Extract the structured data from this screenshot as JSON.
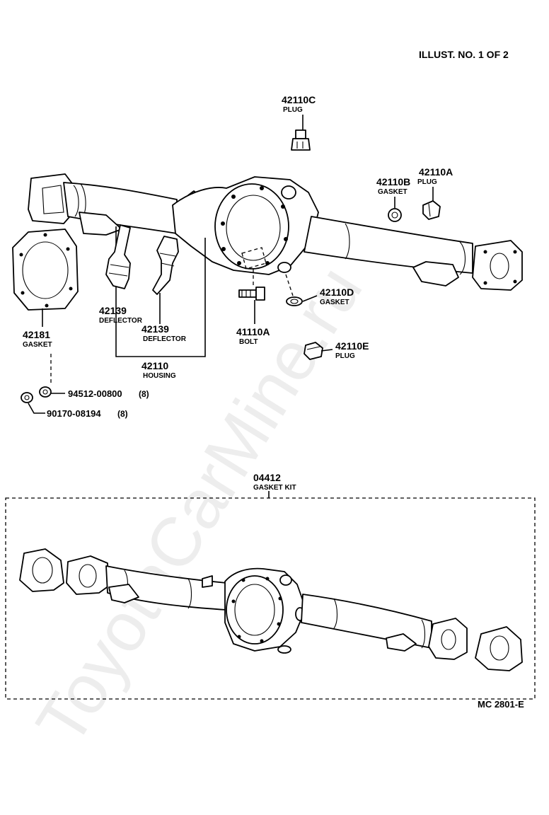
{
  "header": {
    "illust_no": "ILLUST. NO. 1 OF 2"
  },
  "footer": {
    "code": "MC 2801-E"
  },
  "watermark": "ToyotaCarMine.ru",
  "callouts": [
    {
      "part_no": "42110C",
      "name": "PLUG"
    },
    {
      "part_no": "42110B",
      "name": "GASKET"
    },
    {
      "part_no": "42110A",
      "name": "PLUG"
    },
    {
      "part_no": "42181",
      "name": "GASKET"
    },
    {
      "part_no": "42139",
      "name": "DEFLECTOR"
    },
    {
      "part_no": "42139",
      "name": "DEFLECTOR"
    },
    {
      "part_no": "42110",
      "name": "HOUSING"
    },
    {
      "part_no": "41110A",
      "name": "BOLT"
    },
    {
      "part_no": "42110D",
      "name": "GASKET"
    },
    {
      "part_no": "42110E",
      "name": "PLUG"
    },
    {
      "part_no": "04412",
      "name": "GASKET KIT"
    }
  ],
  "hardware": [
    {
      "part_no": "94512-00800",
      "qty": "(8)"
    },
    {
      "part_no": "90170-08194",
      "qty": "(8)"
    }
  ]
}
